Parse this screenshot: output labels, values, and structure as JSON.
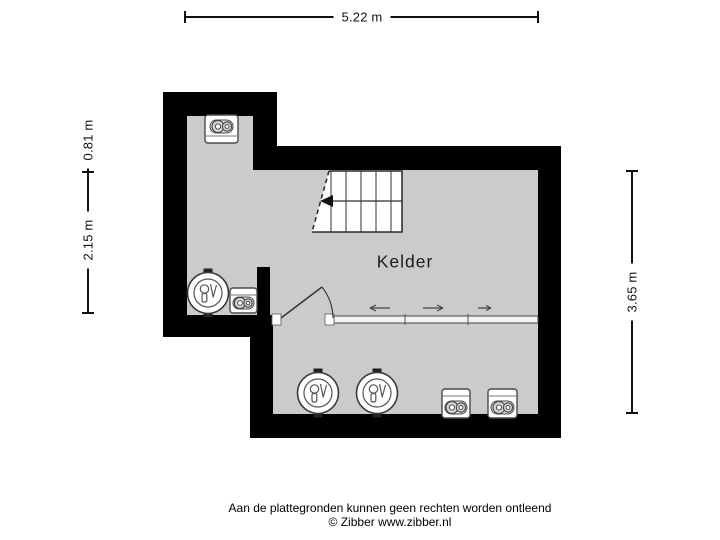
{
  "plan": {
    "room": {
      "label": "Kelder"
    },
    "dimensions": {
      "top_width": "5.22 m",
      "left_upper": "0.81 m",
      "left_lower": "2.15 m",
      "right_height": "3.65 m"
    },
    "icons": [
      "boiler-icon",
      "heater-unit-icon",
      "stairs-icon",
      "door-swing-icon",
      "sliding-partition-arrow-icon"
    ],
    "colors": {
      "floor": "#cbcbcb",
      "wall": "#000000",
      "background": "#ffffff",
      "label_bg": "#ffffff",
      "line": "#111111"
    }
  },
  "footer": {
    "disclaimer": "Aan de plattegronden kunnen geen rechten worden ontleend",
    "copyright": "© Zibber www.zibber.nl"
  }
}
